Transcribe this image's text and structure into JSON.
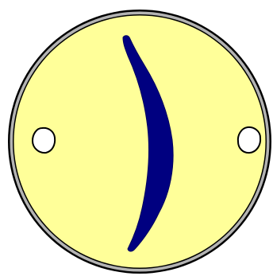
{
  "figure": {
    "subject": "yellow-disk-with-dark-blue-crescent-slit",
    "colors": {
      "background": "#ffffff",
      "disk_fill": "#ffff99",
      "rim_outer": "#000000",
      "rim_band": "#b3b3b3",
      "crescent_fill": "#000080",
      "hole_fill": "#ffffff",
      "outline": "#000000"
    },
    "icons": {
      "disk": "disk-shape",
      "crescent": "crescent-shape",
      "left_hole": "hole-shape",
      "right_hole": "hole-shape"
    }
  }
}
